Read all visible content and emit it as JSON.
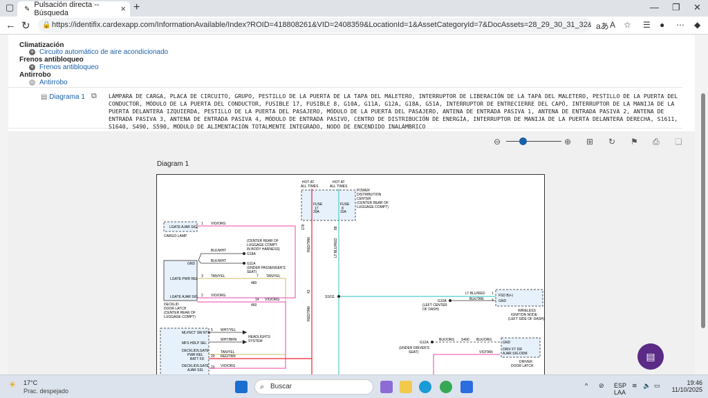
{
  "browser": {
    "tab_title": "Pulsación directa -- Búsqueda",
    "url": "https://identifix.cardexapp.com/InformationAvailable/Index?ROID=418808261&VID=2408359&LocationId=1&AssetCategoryId=7&DocAssets=28_29_30_31_32&SpecGroupTypeId=0&Tab..."
  },
  "categories": [
    {
      "title": "Climatización",
      "item": "Circuito automático de aire acondicionado",
      "state": "plus"
    },
    {
      "title": "Frenos antibloqueo",
      "item": "Frenos antibloqueo",
      "state": "plus"
    },
    {
      "title": "Antirrobo",
      "item": "Antirrobo",
      "state": "minus"
    }
  ],
  "diagram_entry": {
    "link": "Diagrama 1",
    "description": "LÁMPARA DE CARGA, PLACA DE CIRCUITO, GRUPO, PESTILLO DE LA PUERTA DE LA TAPA DEL MALETERO, INTERRUPTOR DE LIBERACIÓN DE LA TAPA DEL MALETERO, PESTILLO DE LA PUERTA DEL CONDUCTOR, MÓDULO DE LA PUERTA DEL CONDUCTOR, FUSIBLE 17, FUSIBLE 8, G10A, G11A, G12A, G18A, G51A, INTERRUPTOR DE ENTRECIERRE DEL CAPÓ, INTERRUPTOR DE LA MANIJA DE LA PUERTA DELANTERA IZQUIERDA, PESTILLO DE LA PUERTA DEL PASAJERO, MÓDULO DE LA PUERTA DEL PASAJERO, ANTENA DE ENTRADA PASIVA 1, ANTENA DE ENTRADA PASIVA 2, ANTENA DE ENTRADA PASIVA 3, ANTENA DE ENTRADA PASIVA 4, MÓDULO DE ENTRADA PASIVO, CENTRO DE DISTRIBUCIÓN DE ENERGÍA, INTERRUPTOR DE MANIJA DE LA PUERTA DELANTERA DERECHA, S1611, S1640, S490, S590, MÓDULO DE ALIMENTACIÓN TOTALMENTE INTEGRADO, NODO DE ENCENDIDO INALÁMBRICO"
  },
  "viewer": {
    "title": "Diagram 1",
    "zoom_fraction": 0.3
  },
  "wiring": {
    "hot1": "HOT AT",
    "hot2": "ALL TIMES",
    "fuse": "FUSE",
    "fuse17": "17",
    "fuse8": "8",
    "amp1": "20A",
    "amp2": "15A",
    "pdc": "POWER DISTRIBUTION CENTER (CENTER REAR OF LUGGAGE COMPT)",
    "lgate_ajar": "LGATE AJAR SIG",
    "cargo": "CARGO LAMP",
    "vio_org": "VIO/ORG",
    "blk_wht": "BLK/WHT",
    "g18a": "G18A",
    "g18a_loc": "(CENTER REAR OF LUGGAGE COMPT. IN BODY HARNESS)",
    "g11a": "G11A",
    "g11a_loc": "(UNDER PASSENGER'S SEAT)",
    "gnd": "GND",
    "lgate_pwr": "LGATE PWR REL",
    "tan_yel": "TAN/YEL",
    "lgate_ajar2": "LGATE AJAR SIG",
    "deck1": "DECKLID DOOR LATCH",
    "deck2": "(CENTER REAR OF LUGGAGE COMPT)",
    "red_tan": "RED/TAN",
    "lt_blu_red": "LT BLU/RED",
    "s1611": "S1611",
    "lt_blured": "LT BLU/RED",
    "blk_tan": "BLK/TAN",
    "fsd": "FSD B(+)",
    "gnd2": "GND",
    "g10a": "G10A",
    "g10a_loc": "(LEFT CENTER OF DASH)",
    "win1": "WIRELESS IGNITION NODE",
    "win2": "(LEFT SIDE OF DASH)",
    "mlfnct": "MLFNCT SW RTN",
    "wht_yel": "WHT/YEL",
    "mfs": "MFS HDLP SEL",
    "wht_brn": "WHT/BRN",
    "headlights": "HEADLIGHTS SYSTEM",
    "deck_pwr": "DECKLID/LGATE PWR REL",
    "batt": "BATT FD",
    "deck_ajar": "DECKLID/LGATE AJAR SIG",
    "g12a": "G12A",
    "g12a_loc": "(UNDER DRIVER'S SEAT)",
    "blk_org": "BLK/ORG",
    "s490": "S490",
    "vio_tan": "VIO/TAN",
    "drv_ajar": "DRV FT DR AJAR SIG DDM",
    "drv_latch": "DRIVER DOOR LATCH",
    "n1": "1",
    "n2": "2",
    "n3": "3",
    "n4": "4",
    "n7": "7",
    "n14": "14",
    "n5": "5",
    "n20": "20",
    "n23": "23",
    "w178": "178",
    "w88": "88",
    "w43": "43",
    "c450": "450",
    "c480": "480"
  },
  "taskbar": {
    "temp": "17°C",
    "condition": "Prac. despejado",
    "search": "Buscar",
    "lang1": "ESP",
    "lang2": "LAA",
    "time": "19:46",
    "date": "11/10/2025"
  }
}
